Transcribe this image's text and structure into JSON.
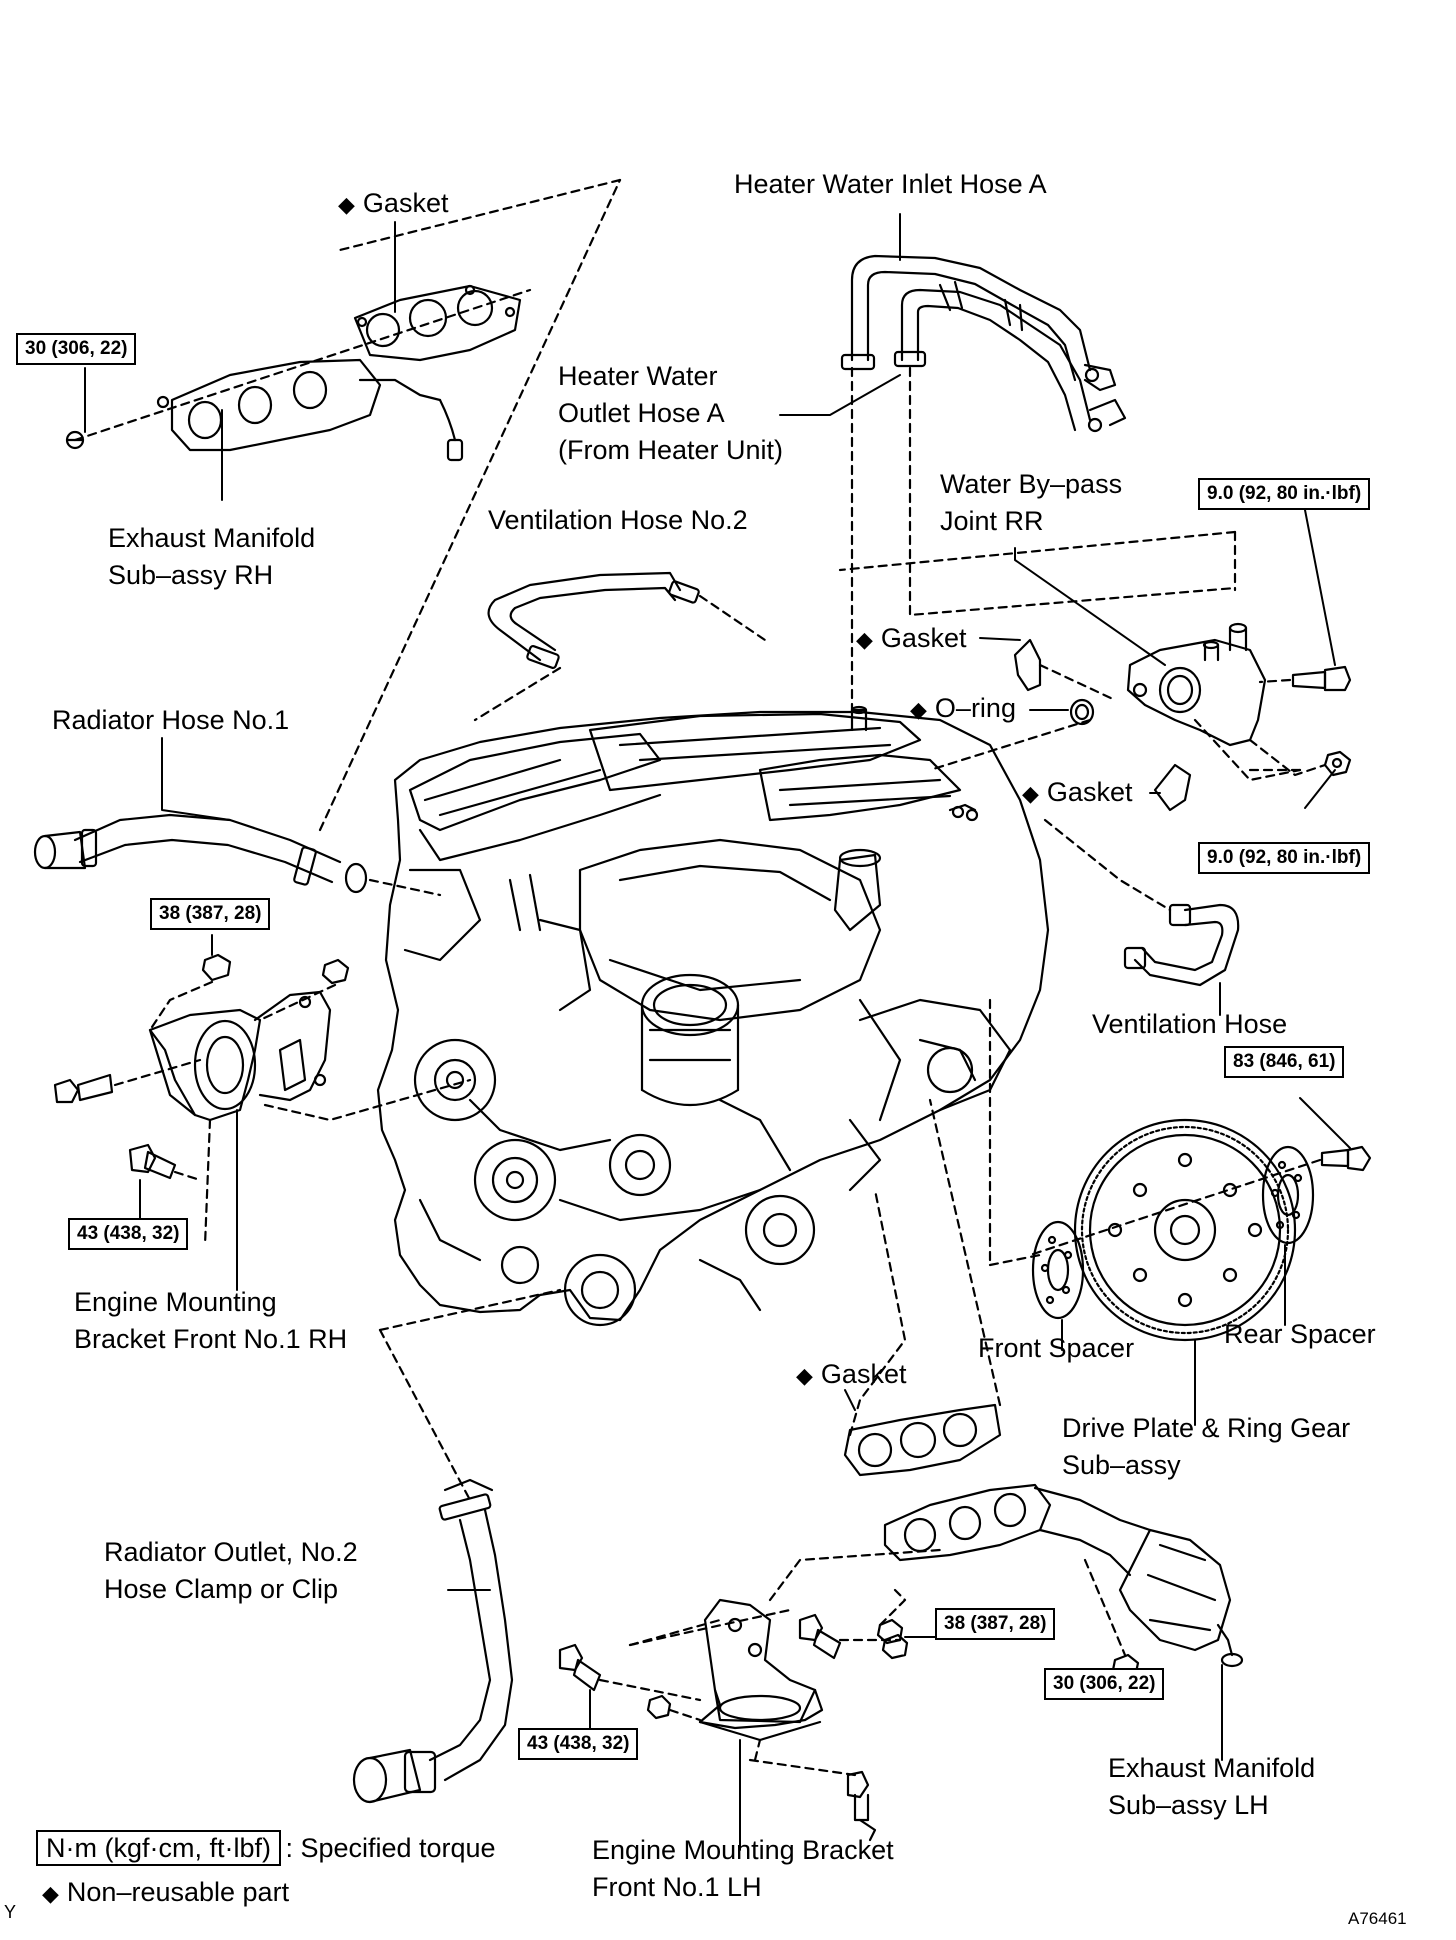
{
  "labels": {
    "gasket_rh": "Gasket",
    "exhaust_rh": [
      "Exhaust Manifold",
      "Sub–assy RH"
    ],
    "heater_inlet": "Heater Water Inlet Hose A",
    "heater_outlet": [
      "Heater Water",
      "Outlet Hose A",
      "(From Heater Unit)"
    ],
    "vent_hose_2": "Ventilation Hose No.2",
    "water_bypass": [
      "Water By–pass",
      "Joint RR"
    ],
    "gasket_bypass": "Gasket",
    "oring": "O–ring",
    "gasket_right": "Gasket",
    "radiator_hose_1": "Radiator Hose No.1",
    "vent_hose": "Ventilation Hose",
    "mount_rh": [
      "Engine Mounting",
      "Bracket Front No.1 RH"
    ],
    "front_spacer": "Front Spacer",
    "rear_spacer": "Rear Spacer",
    "drive_plate": [
      "Drive Plate & Ring Gear",
      "Sub–assy"
    ],
    "gasket_lh": "Gasket",
    "radiator_outlet": [
      "Radiator Outlet, No.2",
      "Hose Clamp or Clip"
    ],
    "exhaust_lh": [
      "Exhaust Manifold",
      "Sub–assy LH"
    ],
    "mount_lh": [
      "Engine Mounting Bracket",
      "Front No.1 LH"
    ]
  },
  "torques": {
    "t_exh_rh": "30 (306, 22)",
    "t_bypass_top": "9.0 (92, 80 in.·lbf)",
    "t_bypass_bottom": "9.0 (92, 80 in.·lbf)",
    "t_mount_rh_top": "38 (387, 28)",
    "t_mount_rh_bottom": "43 (438, 32)",
    "t_drive_plate": "83 (846, 61)",
    "t_mount_lh_nut": "38 (387, 28)",
    "t_exh_lh": "30 (306, 22)",
    "t_mount_lh_bolt": "43 (438, 32)"
  },
  "legend": {
    "torque_symbol": "N·m (kgf·cm, ft·lbf)",
    "torque_text": ": Specified torque",
    "nonreusable_text": "Non–reusable part"
  },
  "figure_id": "A76461",
  "corner_mark": "Y"
}
